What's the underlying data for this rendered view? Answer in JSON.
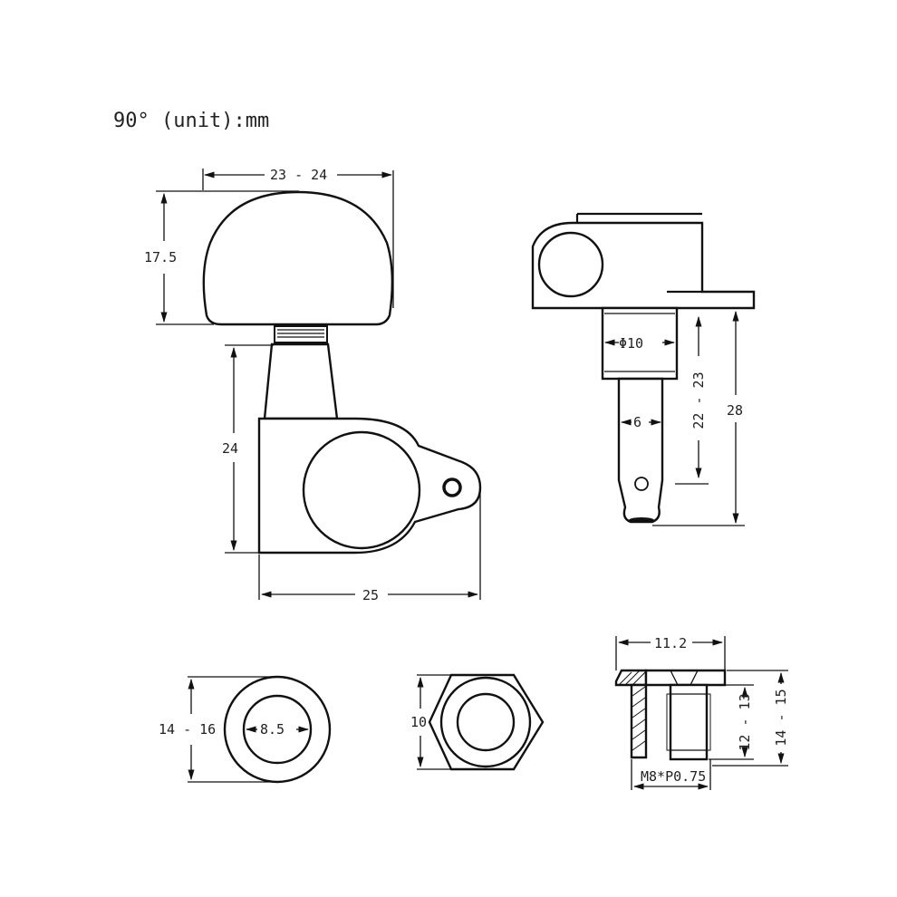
{
  "title": "90° (unit):mm",
  "dimensions": {
    "knob_width": "23 - 24",
    "knob_height": "17.5",
    "body_height": "24",
    "body_width": "25",
    "post_diameter": "Φ10",
    "shaft_diameter": "6",
    "shaft_length": "22 - 23",
    "total_length": "28",
    "washer_outer": "14 - 16",
    "washer_inner": "8.5",
    "nut_size": "10",
    "bushing_width": "11.2",
    "bushing_len_a": "12 - 13",
    "bushing_len_b": "14 - 15",
    "thread": "M8*P0.75"
  }
}
